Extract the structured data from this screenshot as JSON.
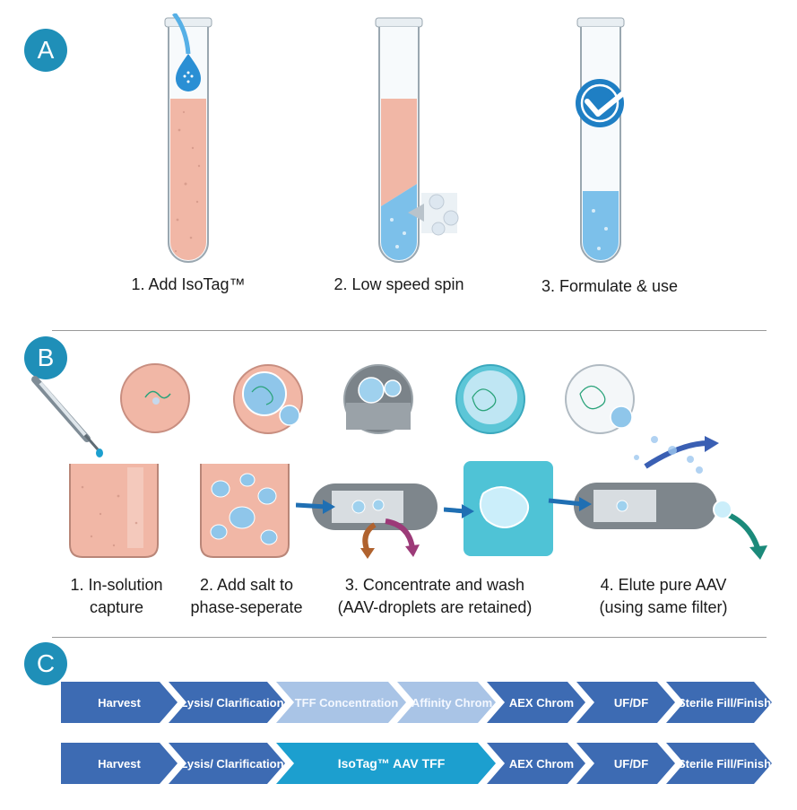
{
  "sections": {
    "a": {
      "badge": "A",
      "steps": [
        {
          "label": "1. Add IsoTag™"
        },
        {
          "label": "2. Low speed spin"
        },
        {
          "label": "3. Formulate & use"
        }
      ]
    },
    "b": {
      "badge": "B",
      "steps": [
        {
          "line1": "1. In-solution",
          "line2": "capture"
        },
        {
          "line1": "2. Add salt to",
          "line2": "phase-seperate"
        },
        {
          "line1": "3. Concentrate and wash",
          "line2": "(AAV-droplets are retained)"
        },
        {
          "line1": "4. Elute pure AAV",
          "line2": "(using same filter)"
        }
      ]
    },
    "c": {
      "badge": "C",
      "row1": [
        "Harvest",
        "Lysis/ Clarification",
        "TFF Concentration",
        "Affinity Chrom",
        "AEX Chrom",
        "UF/DF",
        "Sterile Fill/Finish"
      ],
      "row2": [
        "Harvest",
        "Lysis/ Clarification",
        "IsoTag™ AAV TFF",
        "AEX Chrom",
        "UF/DF",
        "Sterile Fill/Finish"
      ]
    }
  },
  "colors": {
    "accent": "#1f8fb8",
    "chevron_dark": "#3d6bb3",
    "chevron_light": "#a9c4e6",
    "chevron_teal": "#1c9fcf",
    "fluid_pink": "#f1b7a6",
    "fluid_blue": "#7cc0ea"
  }
}
